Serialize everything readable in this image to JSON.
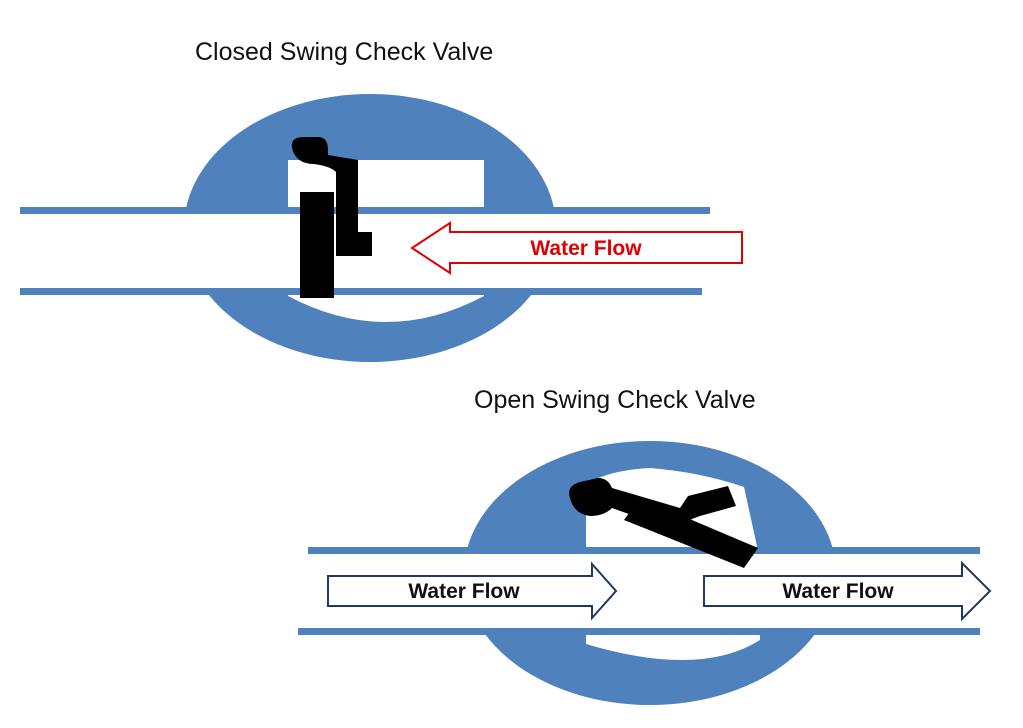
{
  "colors": {
    "valve_body": "#4f81bd",
    "pipe": "#4f81bd",
    "disc": "#000000",
    "interior": "#ffffff",
    "reverse_flow": "#e00000",
    "forward_flow": "#1f3864"
  },
  "closed_valve": {
    "title": "Closed Swing Check Valve",
    "flow_label": "Water Flow",
    "flow_direction": "left"
  },
  "open_valve": {
    "title": "Open Swing Check Valve",
    "flow_label_in": "Water Flow",
    "flow_label_out": "Water Flow",
    "flow_direction": "right"
  }
}
